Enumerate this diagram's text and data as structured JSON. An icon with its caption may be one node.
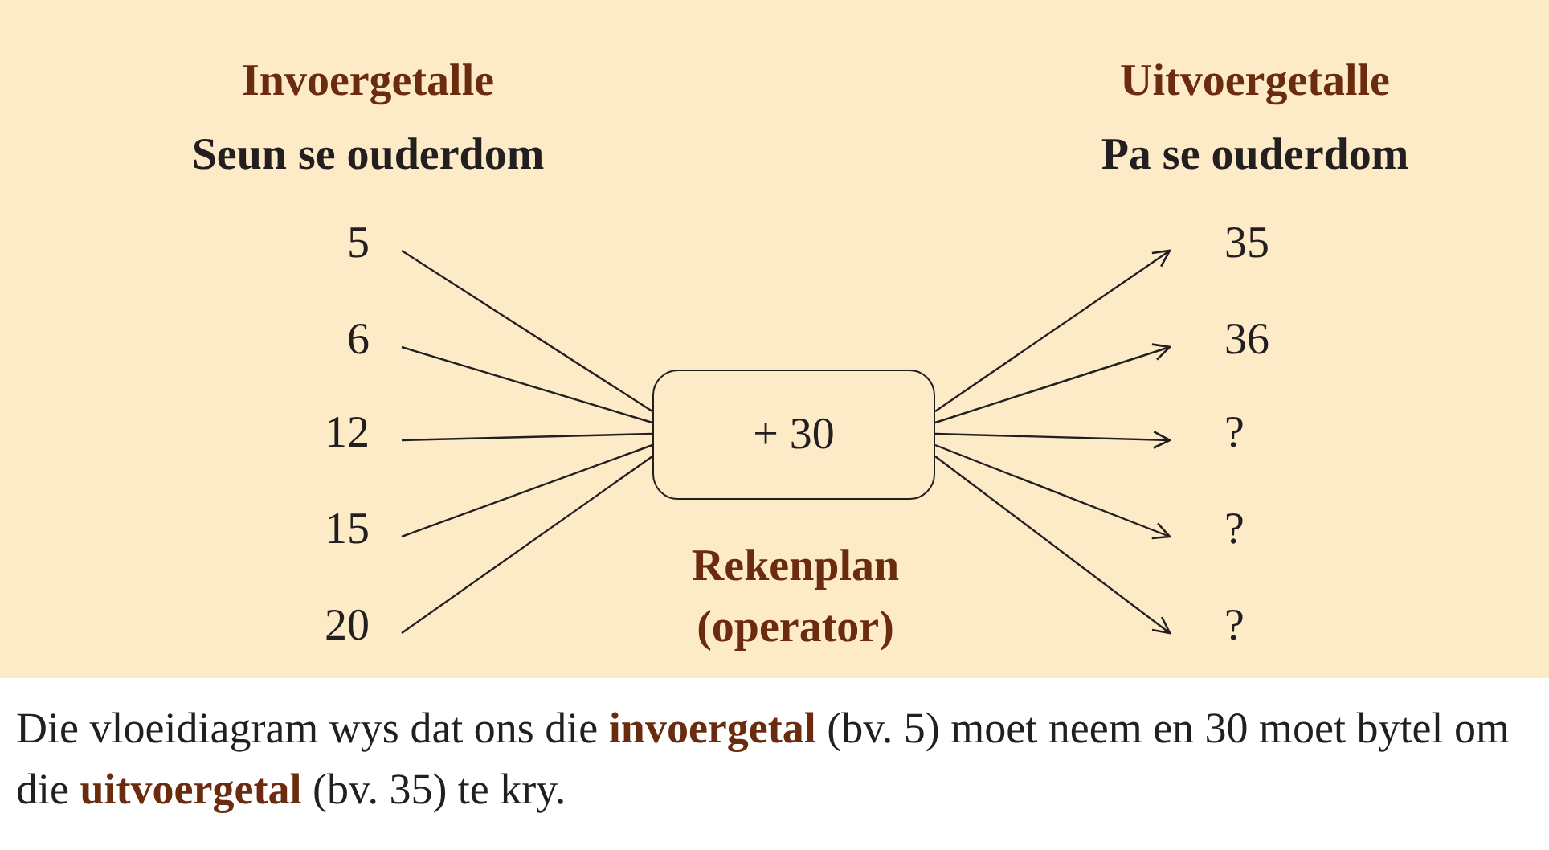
{
  "diagram": {
    "caption": "Die vloeidiagram wys dat ons die **invoergetal** (bv. 5) moet neem en 30 moet bytel om die **uitvoergetal** (bv. 35) te kry.",
    "nodes": [
      {
        "text": [
          "5"
        ]
      },
      {
        "text": [
          "6"
        ]
      },
      {
        "text": [
          "12"
        ]
      },
      {
        "text": [
          "15"
        ]
      },
      {
        "text": [
          "20"
        ]
      },
      {
        "text": [
          "+ 30"
        ],
        "beside": [
          "Rekenplan (operator)"
        ]
      },
      {
        "text": [
          "35"
        ]
      },
      {
        "text": [
          "36"
        ]
      },
      {
        "text": [
          "?"
        ]
      },
      {
        "text": [
          "?"
        ]
      },
      {
        "text": [
          "?"
        ]
      }
    ],
    "edges": [
      {
        "from": 0,
        "to": 5,
        "arrow": "none"
      },
      {
        "from": 1,
        "to": 5,
        "arrow": "none"
      },
      {
        "from": 2,
        "to": 5,
        "arrow": "none"
      },
      {
        "from": 3,
        "to": 5,
        "arrow": "none"
      },
      {
        "from": 4,
        "to": 5,
        "arrow": "none"
      },
      {
        "from": 5,
        "to": 6,
        "arrow": "to"
      },
      {
        "from": 5,
        "to": 7,
        "arrow": "to"
      },
      {
        "from": 5,
        "to": 8,
        "arrow": "to"
      },
      {
        "from": 5,
        "to": 9,
        "arrow": "to"
      },
      {
        "from": 5,
        "to": 10,
        "arrow": "to"
      }
    ],
    "labels": [
      "Invoergetalle",
      "Seun se ouderdom",
      "Uitvoergetalle",
      "Pa se ouderdom"
    ]
  }
}
